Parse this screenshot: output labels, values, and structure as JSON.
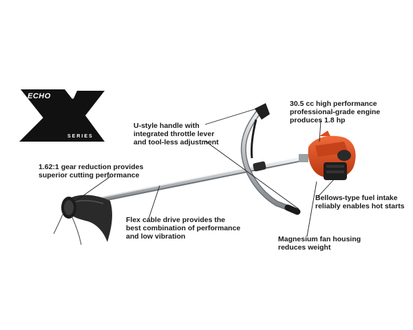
{
  "logo": {
    "wordmark": "ECHO",
    "mark": "X",
    "series": "SERIES"
  },
  "callouts": {
    "gear": "1.62:1 gear reduction provides\nsuperior cutting performance",
    "handle": "U-style handle with\nintegrated throttle lever\nand tool-less adjustment",
    "engine": "30.5 cc high performance\nprofessional-grade engine\nproduces 1.8 hp",
    "flex": "Flex cable drive provides the\nbest combination of performance\nand low vibration",
    "bellows": "Bellows-type fuel intake\nreliably enables hot starts",
    "fan": "Magnesium fan housing\nreduces weight"
  },
  "colors": {
    "background": "#ffffff",
    "engine_orange": "#e04a1c",
    "shaft_silver": "#b8bcc0",
    "logo_black": "#111111",
    "text": "#1a1a1a"
  }
}
